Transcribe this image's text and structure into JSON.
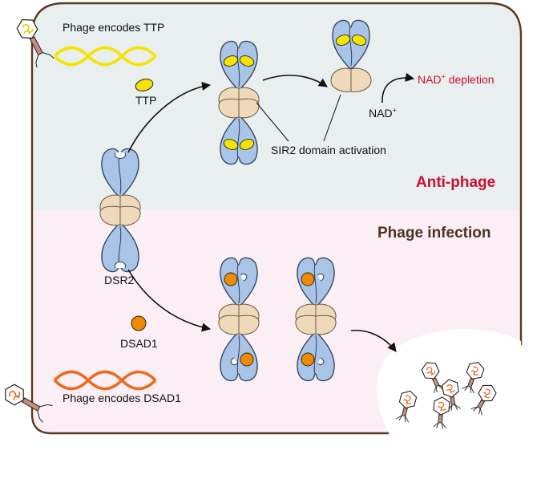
{
  "labels": {
    "phage_ttp": "Phage encodes TTP",
    "ttp": "TTP",
    "nad_depletion_pre": "NAD",
    "nad_depletion_sup": "+",
    "nad_depletion_post": " depletion",
    "nad_pre": "NAD",
    "nad_sup": "+",
    "sir2": "SIR2 domain activation",
    "anti_phage": "Anti-phage",
    "phage_infection": "Phage infection",
    "dsr2": "DSR2",
    "dsad1": "DSAD1",
    "phage_dsad1": "Phage encodes DSAD1"
  },
  "colors": {
    "cell_border": "#5b3a22",
    "top_bg": "#e9eeee",
    "bottom_bg": "#fbeef4",
    "protein_blue": "#a9c4e6",
    "protein_blue_stroke": "#2e3f58",
    "sir2_beige": "#efd9bb",
    "ttp_yellow": "#f5e400",
    "dsad1_orange": "#f08a00",
    "phage_dna_yellow": "#f5e400",
    "phage_dna_orange": "#ec6a1e",
    "accent_red": "#c8102e"
  }
}
